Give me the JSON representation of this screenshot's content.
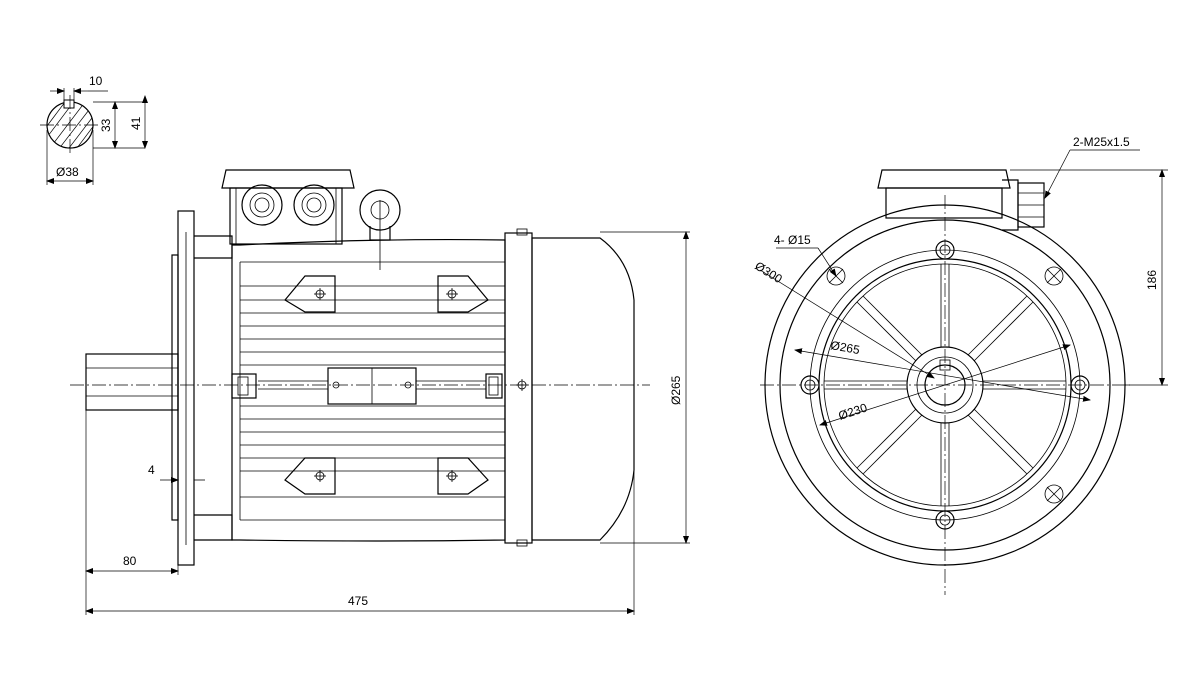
{
  "dimensions": {
    "key_width": "10",
    "key_depth": "33",
    "shaft_height": "41",
    "shaft_diameter": "Ø38",
    "flange_diameter_side": "Ø265",
    "flange_spigot": "4",
    "shaft_length": "80",
    "overall_length": "475",
    "cable_gland": "2-M25x1.5",
    "bolt_holes": "4-  Ø15",
    "flange_outer": "Ø300",
    "pitch_circle": "Ø265",
    "spigot_diameter": "Ø230",
    "terminal_box_height": "186"
  },
  "colors": {
    "line": "#000000",
    "background": "#ffffff"
  }
}
